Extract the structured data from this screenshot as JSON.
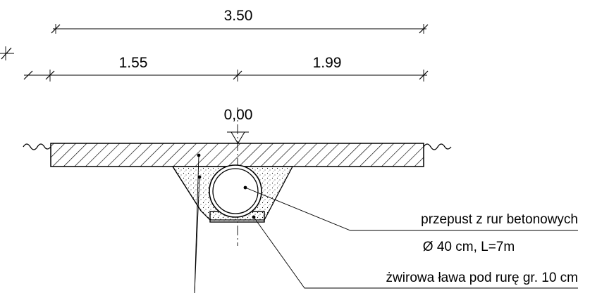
{
  "dimensions": {
    "overall": "3.50",
    "left": "1.55",
    "right": "1.99"
  },
  "elevation": "0,00",
  "annotations": {
    "culvert_line1": "przepust z rur betonowych",
    "culvert_line2": "Ø 40 cm, L=7m",
    "gravel_bed": "żwirowa ława pod rurę gr. 10 cm"
  }
}
